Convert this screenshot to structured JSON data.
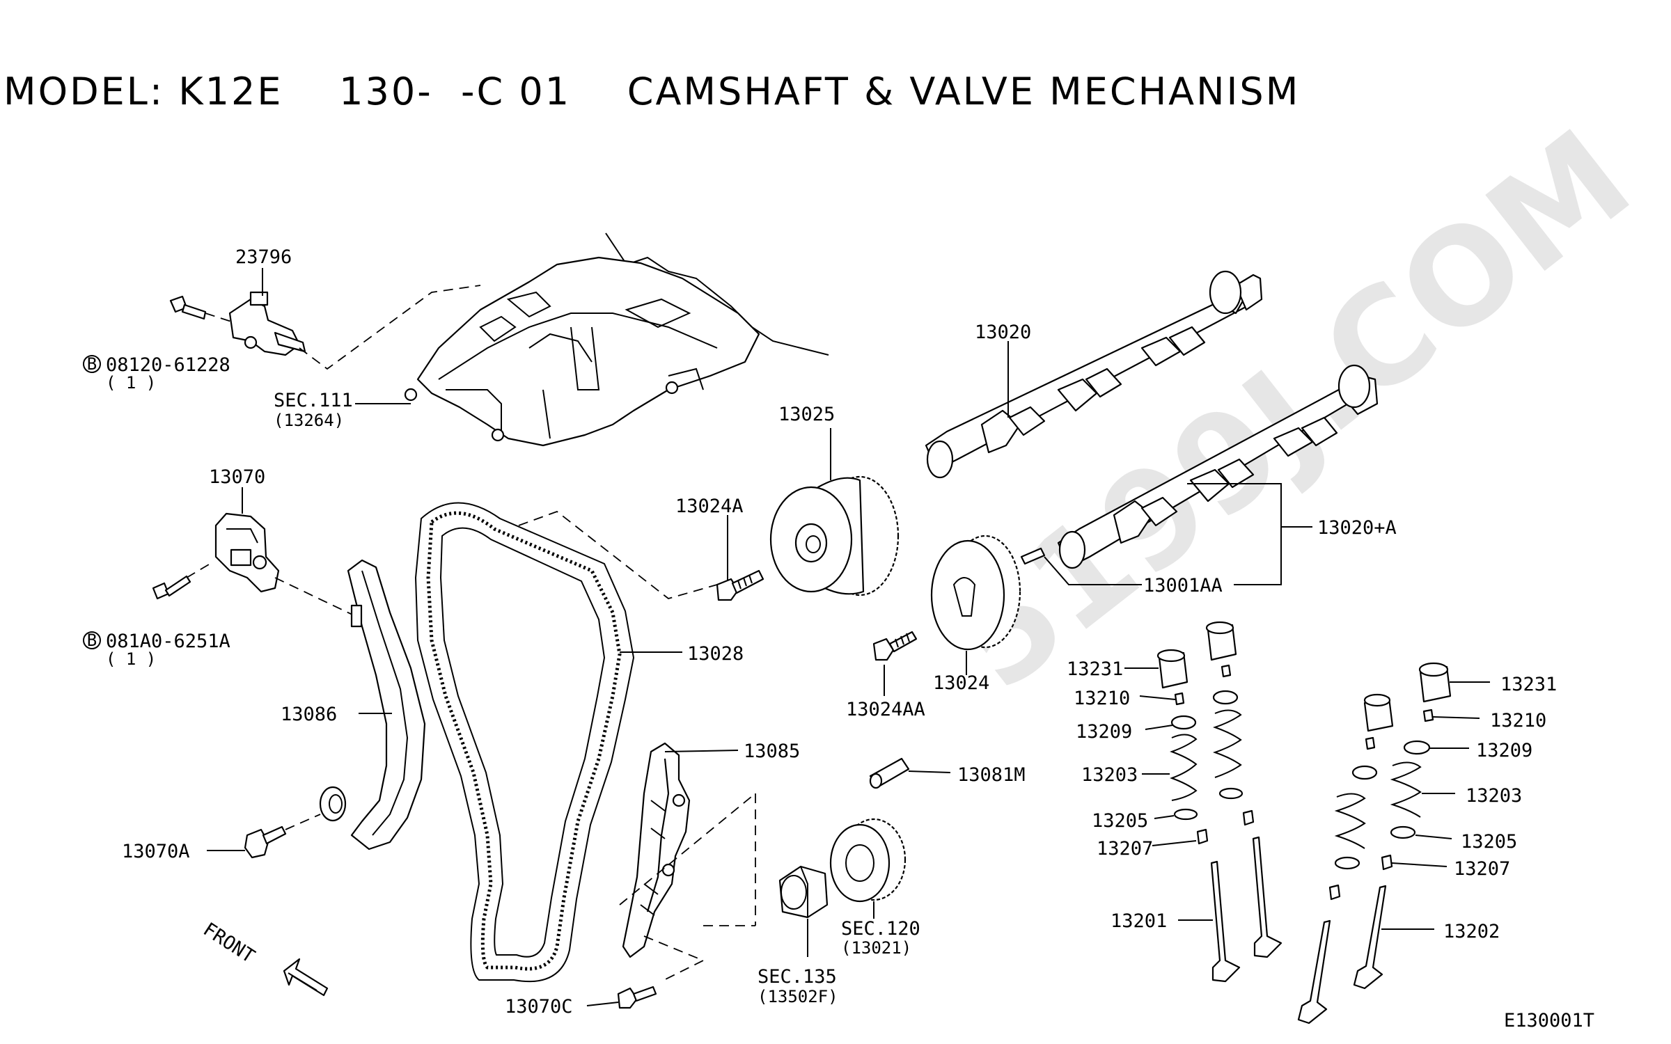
{
  "title": "MODEL: K12E    130-  -C 01    CAMSHAFT & VALVE MECHANISM",
  "watermark": "5199J.COM",
  "diagram_code": "E130001T",
  "front_label": "FRONT",
  "bolt_marker": "B",
  "labels": {
    "l23796": "23796",
    "bolt1": "08120-61228",
    "bolt1_qty": "( 1 )",
    "sec111": "SEC.111",
    "sec111_ref": "(13264)",
    "l13070": "13070",
    "bolt2": "081A0-6251A",
    "bolt2_qty": "( 1 )",
    "l13086": "13086",
    "l13070A": "13070A",
    "l13070C": "13070C",
    "l13028": "13028",
    "l13085": "13085",
    "l13025": "13025",
    "l13024A": "13024A",
    "l13020": "13020",
    "l13020A": "13020+A",
    "l13001AA": "13001AA",
    "l13024": "13024",
    "l13024AA": "13024AA",
    "l13081M": "13081M",
    "sec120": "SEC.120",
    "sec120_ref": "(13021)",
    "sec135": "SEC.135",
    "sec135_ref": "(13502F)",
    "l13231_left": "13231",
    "l13210_left": "13210",
    "l13209_left": "13209",
    "l13203_left": "13203",
    "l13205_left": "13205",
    "l13207_left": "13207",
    "l13201": "13201",
    "l13231_right": "13231",
    "l13210_right": "13210",
    "l13209_right": "13209",
    "l13203_right": "13203",
    "l13205_right": "13205",
    "l13207_right": "13207",
    "l13202": "13202"
  },
  "colors": {
    "line": "#000000",
    "background": "#ffffff",
    "watermark": "#e6e6e6"
  }
}
